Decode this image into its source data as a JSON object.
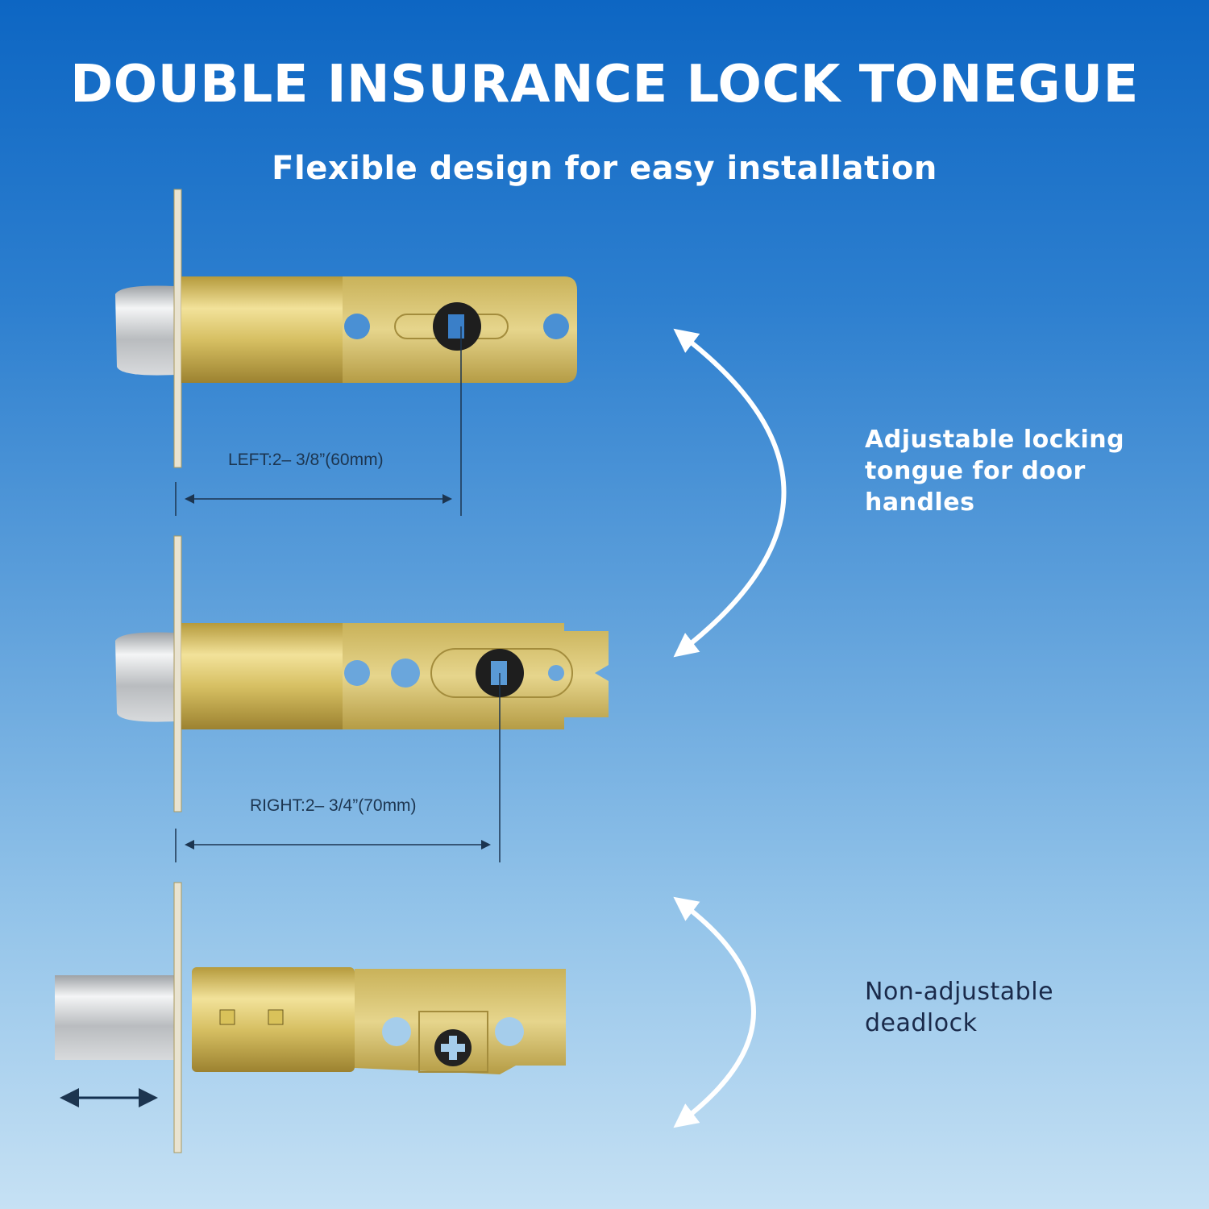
{
  "header": {
    "title": "DOUBLE INSURANCE LOCK TONEGUE",
    "subtitle": "Flexible design for easy installation"
  },
  "latches": [
    {
      "name": "adjustable-latch-left",
      "dimension_label": "LEFT:2– 3/8”(60mm)"
    },
    {
      "name": "adjustable-latch-right",
      "dimension_label": "RIGHT:2– 3/4”(70mm)"
    },
    {
      "name": "deadlock"
    }
  ],
  "captions": {
    "adjustable": [
      "Adjustable locking",
      "tongue for door",
      "handles"
    ],
    "deadlock": [
      "Non-adjustable",
      "deadlock"
    ]
  },
  "colors": {
    "brass": "#d8c36a",
    "navy": "#1a2a4a",
    "white": "#ffffff"
  }
}
